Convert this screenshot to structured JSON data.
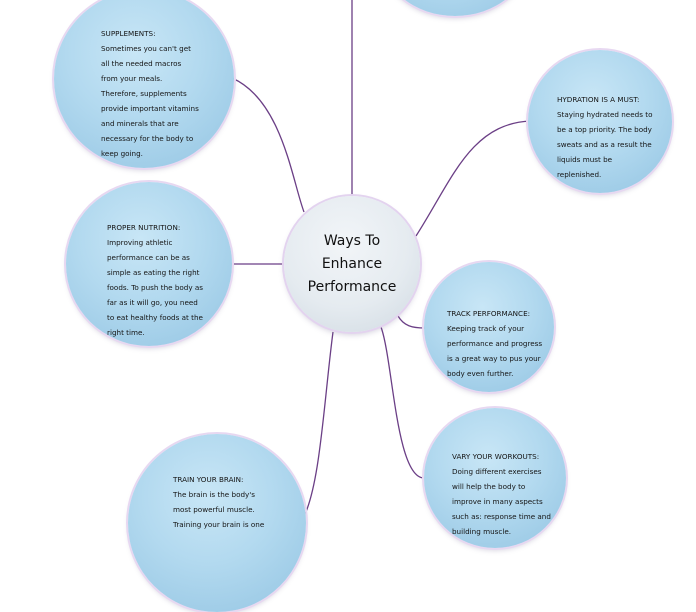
{
  "center": {
    "title": "Ways To\nEnhance\nPerformance"
  },
  "topics": [
    {
      "id": "supplements",
      "heading": "SUPPLEMENTS:",
      "text": "Sometimes you can't get\nall the needed macros\nfrom your meals.\nTherefore, supplements\nprovide important vitamins\nand minerals that are\nnecessary for the body to\nkeep going."
    },
    {
      "id": "hydration",
      "heading": "HYDRATION IS A MUST:",
      "text": "Staying hydrated needs to\nbe a top priority. The body\nsweats and as a result the\nliquids must be\nreplenished."
    },
    {
      "id": "nutrition",
      "heading": "PROPER NUTRITION:",
      "text": "Improving athletic\nperformance can be as\nsimple as eating the right\nfoods. To push the body as\nfar as it will go, you need\nto eat healthy foods at the\nright time."
    },
    {
      "id": "track",
      "heading": "TRACK PERFORMANCE:",
      "text": "Keeping track of your\nperformance and progress\nis a great way to pus your\nbody even further."
    },
    {
      "id": "vary",
      "heading": "VARY YOUR WORKOUTS:",
      "text": "Doing different exercises\nwill help the body to\nimprove in many aspects\nsuch as: response time and\nbuilding muscle."
    },
    {
      "id": "brain",
      "heading": "TRAIN YOUR BRAIN:",
      "text": "The brain is the body's\nmost powerful muscle.\nTraining your brain is one"
    }
  ],
  "colors": {
    "connector": "#6b3f86",
    "bubble": "#a9d4ee",
    "center": "#e6ecf1"
  }
}
